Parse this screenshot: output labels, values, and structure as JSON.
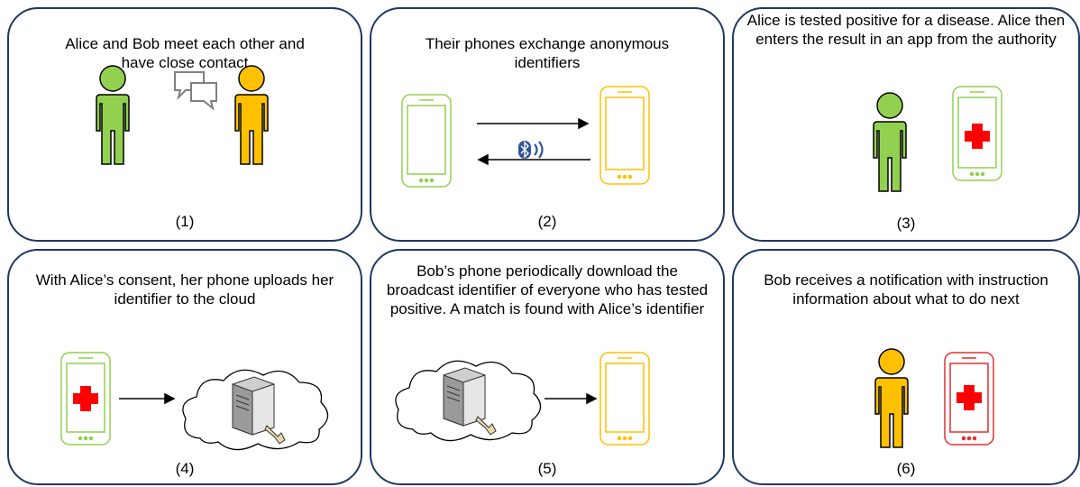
{
  "colors": {
    "border": "#1f3864",
    "alice": "#92d050",
    "bob": "#ffc000",
    "cross": "#ff0000",
    "phone_alert": "#e03030",
    "bluetooth": "#2f5597"
  },
  "panels": [
    {
      "caption": "Alice and Bob meet each other and have close contact",
      "number": "(1)"
    },
    {
      "caption": "Their phones exchange anonymous identifiers",
      "number": "(2)"
    },
    {
      "caption": "Alice is tested positive for a disease. Alice then enters the result in an app from the authority",
      "number": "(3)"
    },
    {
      "caption": "With Alice’s consent, her phone uploads her identifier to the cloud",
      "number": "(4)"
    },
    {
      "caption": "Bob’s phone periodically download the broadcast identifier of everyone who has tested positive. A match is found with Alice’s identifier",
      "number": "(5)"
    },
    {
      "caption": "Bob receives a notification with instruction information about what to do next",
      "number": "(6)"
    }
  ],
  "icons": [
    "person-icon",
    "chat-bubbles-icon",
    "smartphone-icon",
    "bluetooth-icon",
    "red-cross-icon",
    "cloud-icon",
    "server-icon",
    "arrow-icon"
  ]
}
